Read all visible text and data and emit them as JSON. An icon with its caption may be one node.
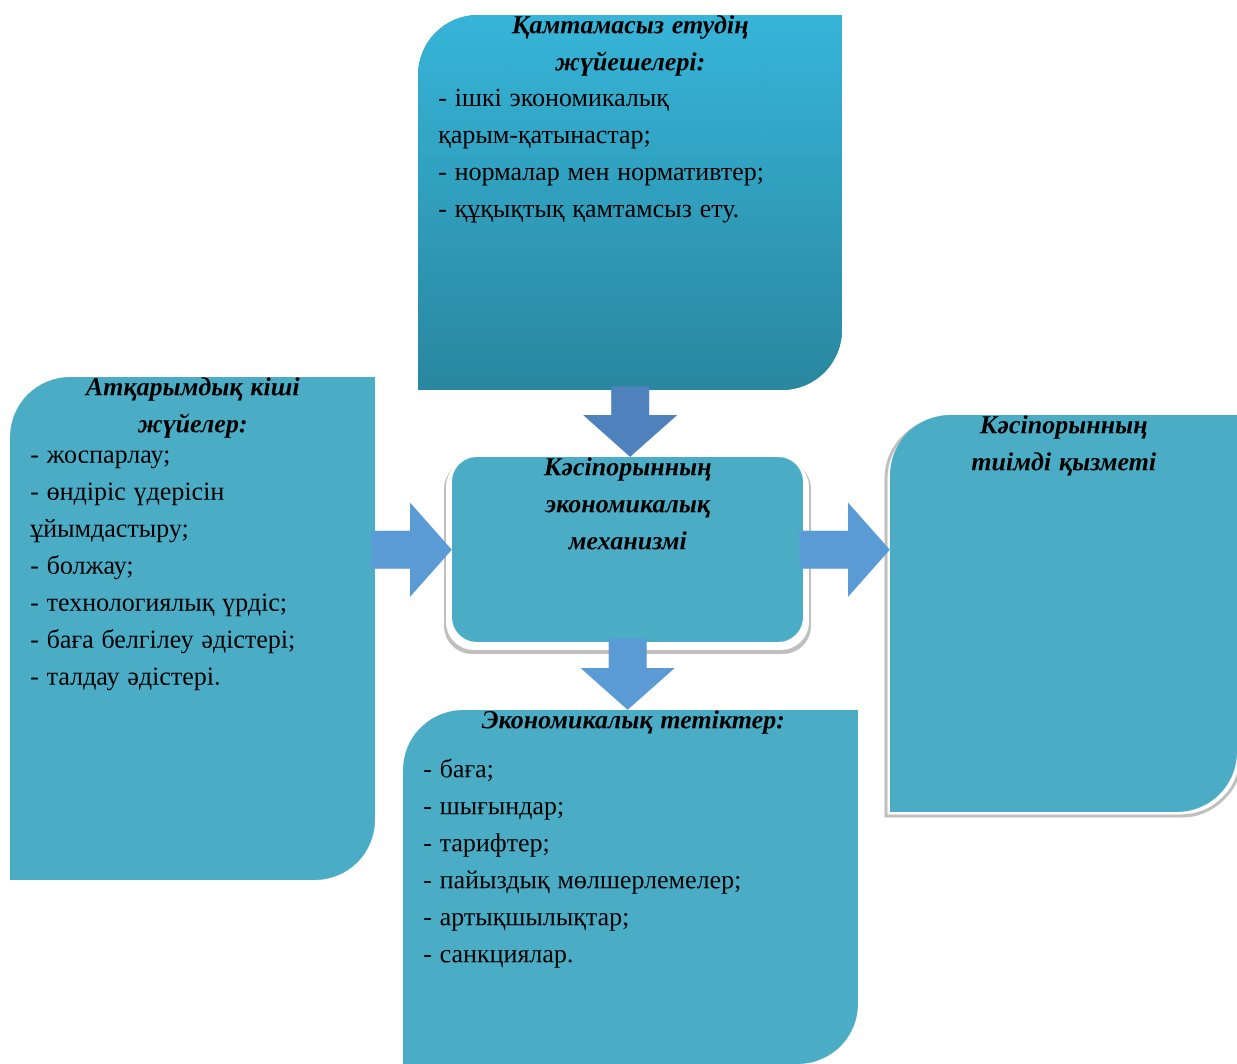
{
  "diagram": {
    "nodes": [
      {
        "text": [
          "Қамтамасыз етудің жүйешелері:",
          "- ішкі экономикалық қарым-қатынастар;",
          "- нормалар мен нормативтер;",
          "- құқықтық қамтамсыз ету."
        ]
      },
      {
        "text": [
          "Атқарымдық кіші жүйелер:",
          "- жоспарлау;",
          "- өндіріс үдерісін ұйымдастыру;",
          "- болжау;",
          "- технологиялық үрдіс;",
          "- баға белгілеу әдістері;",
          "- талдау әдістері."
        ]
      },
      {
        "text": [
          "Кәсіпорынның экономикалық механизмі"
        ]
      },
      {
        "text": [
          "Кәсіпорынның тиімді қызметі"
        ]
      },
      {
        "text": [
          "Экономикалық тетіктер:",
          "- баға;",
          "- шығындар;",
          "- тарифтер;",
          "- пайыздық мөлшерлемелер;",
          "- артықшылықтар;",
          "- санкциялар."
        ]
      }
    ],
    "edges": [
      {
        "from": 0,
        "to": 2,
        "arrow": "to",
        "color": "#4f81bd"
      },
      {
        "from": 1,
        "to": 2,
        "arrow": "to"
      },
      {
        "from": 2,
        "to": 3,
        "arrow": "to"
      },
      {
        "from": 2,
        "to": 4,
        "arrow": "to"
      }
    ]
  }
}
